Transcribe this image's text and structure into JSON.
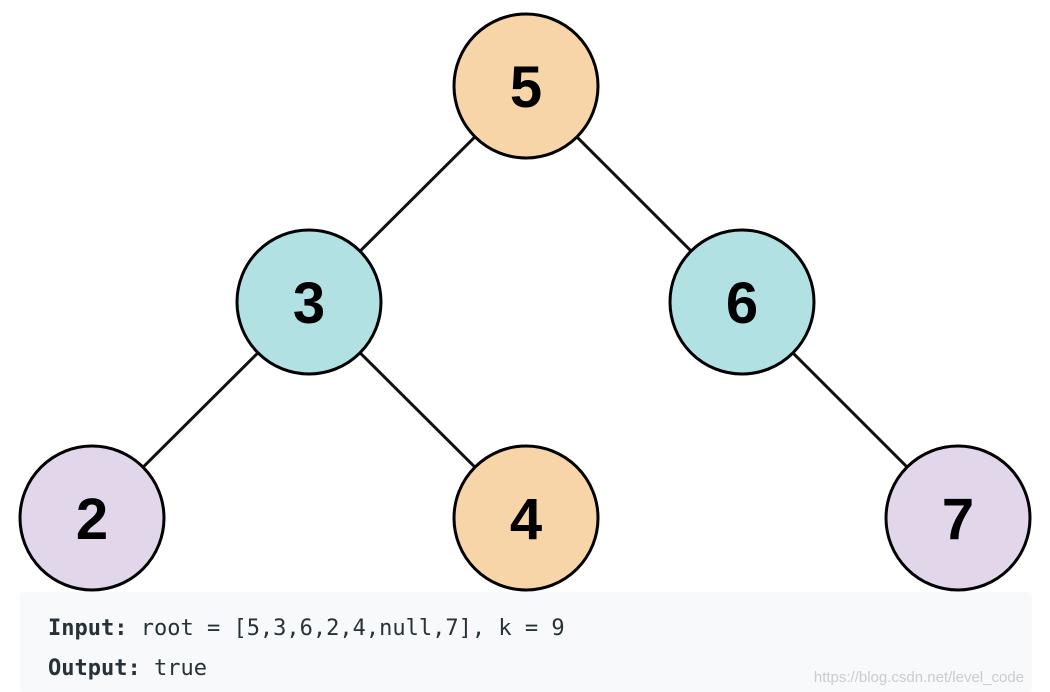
{
  "tree": {
    "nodes": [
      {
        "id": "n5",
        "label": "5",
        "fill": "#f8d5a9"
      },
      {
        "id": "n3",
        "label": "3",
        "fill": "#b1e1e3"
      },
      {
        "id": "n6",
        "label": "6",
        "fill": "#b1e1e3"
      },
      {
        "id": "n2",
        "label": "2",
        "fill": "#e1d6ea"
      },
      {
        "id": "n4",
        "label": "4",
        "fill": "#f8d5a9"
      },
      {
        "id": "n7",
        "label": "7",
        "fill": "#e1d6ea"
      }
    ],
    "edges": [
      {
        "from": "n5",
        "to": "n3"
      },
      {
        "from": "n5",
        "to": "n6"
      },
      {
        "from": "n3",
        "to": "n2"
      },
      {
        "from": "n3",
        "to": "n4"
      },
      {
        "from": "n6",
        "to": "n7"
      }
    ]
  },
  "example": {
    "input_label": "Input:",
    "input_value": " root = [5,3,6,2,4,null,7], k = 9",
    "output_label": "Output:",
    "output_value": " true"
  },
  "watermark": "https://blog.csdn.net/level_code",
  "colors": {
    "orange": "#f8d5a9",
    "teal": "#b1e1e3",
    "lavender": "#e1d6ea",
    "example_bg": "#f7f9fa"
  }
}
